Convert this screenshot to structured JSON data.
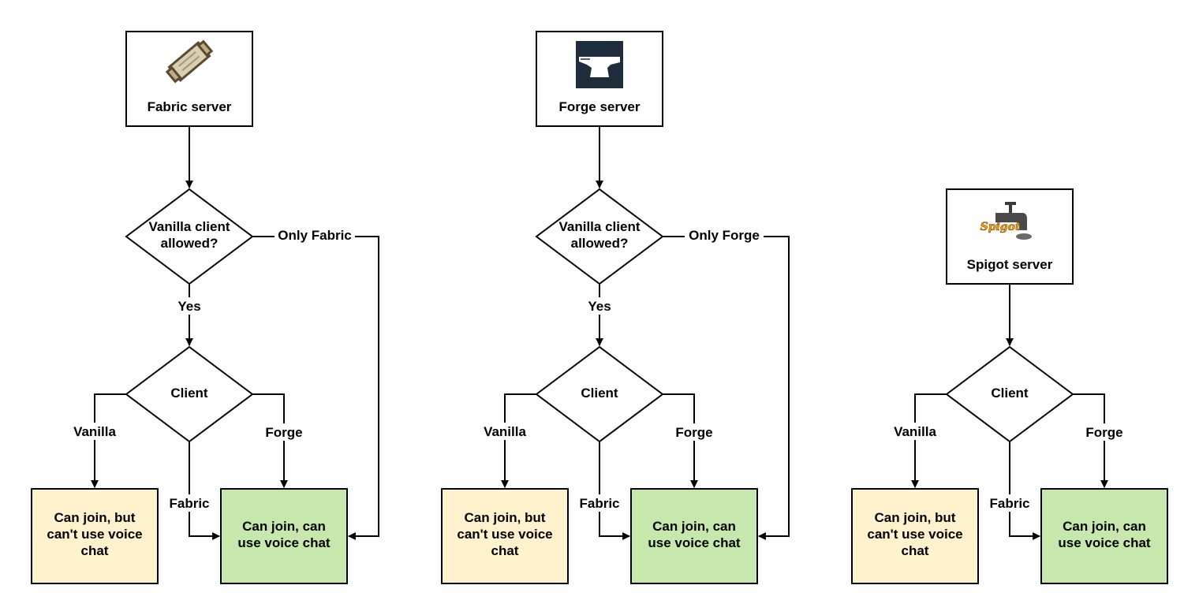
{
  "colors": {
    "server_fill": "#ffffff",
    "decision_fill": "#ffffff",
    "partial_fill": "#fff2cc",
    "ok_fill": "#c7e8ad",
    "stroke": "#000000",
    "forge_logo_bg": "#1e2d3c"
  },
  "fabric": {
    "server_label": "Fabric server",
    "server_icon": "fabric-scroll-icon",
    "vanilla_question_line1": "Vanilla client",
    "vanilla_question_line2": "allowed?",
    "yes_label": "Yes",
    "only_label": "Only Fabric",
    "client_label": "Client",
    "vanilla_label": "Vanilla",
    "forge_label": "Forge",
    "fabric_label": "Fabric",
    "partial_line1": "Can join, but",
    "partial_line2": "can't use voice",
    "partial_line3": "chat",
    "ok_line1": "Can join, can",
    "ok_line2": "use voice chat"
  },
  "forge": {
    "server_label": "Forge server",
    "server_icon": "forge-anvil-icon",
    "vanilla_question_line1": "Vanilla client",
    "vanilla_question_line2": "allowed?",
    "yes_label": "Yes",
    "only_label": "Only Forge",
    "client_label": "Client",
    "vanilla_label": "Vanilla",
    "forge_label": "Forge",
    "fabric_label": "Fabric",
    "partial_line1": "Can join, but",
    "partial_line2": "can't use voice",
    "partial_line3": "chat",
    "ok_line1": "Can join, can",
    "ok_line2": "use voice chat"
  },
  "spigot": {
    "server_label": "Spigot server",
    "server_icon": "spigot-faucet-icon",
    "logo_text": "Spigot",
    "client_label": "Client",
    "vanilla_label": "Vanilla",
    "forge_label": "Forge",
    "fabric_label": "Fabric",
    "partial_line1": "Can join, but",
    "partial_line2": "can't use voice",
    "partial_line3": "chat",
    "ok_line1": "Can join, can",
    "ok_line2": "use voice chat"
  }
}
